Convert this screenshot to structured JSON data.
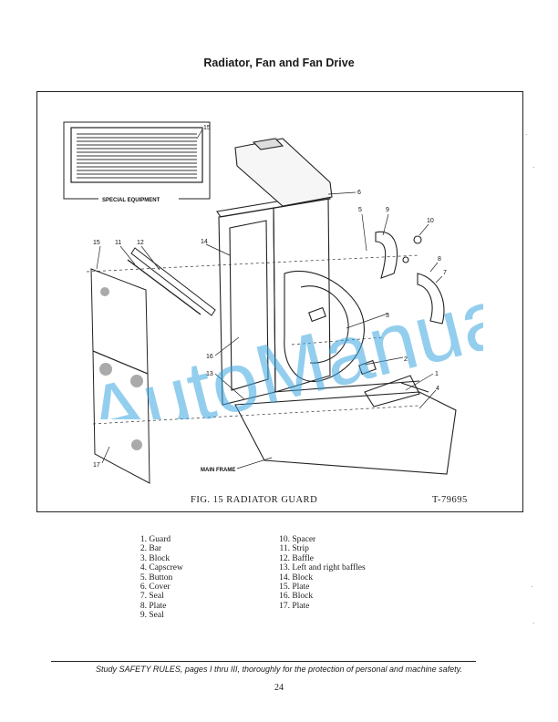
{
  "document": {
    "title": "Radiator, Fan and Fan Drive",
    "figure": {
      "caption": "FIG. 15 RADIATOR GUARD",
      "number": "T-79695",
      "inset_label": "SPECIAL EQUIPMENT",
      "frame_label": "MAIN FRAME",
      "callouts": [
        "1",
        "2",
        "3",
        "4",
        "5",
        "6",
        "7",
        "8",
        "9",
        "10",
        "11",
        "12",
        "13",
        "14",
        "15",
        "16",
        "17"
      ]
    },
    "legend_left": [
      {
        "num": "1.",
        "name": "Guard"
      },
      {
        "num": "2.",
        "name": "Bar"
      },
      {
        "num": "3.",
        "name": "Block"
      },
      {
        "num": "4.",
        "name": "Capscrew"
      },
      {
        "num": "5.",
        "name": "Button"
      },
      {
        "num": "6.",
        "name": "Cover"
      },
      {
        "num": "7.",
        "name": "Seal"
      },
      {
        "num": "8.",
        "name": "Plate"
      },
      {
        "num": "9.",
        "name": "Seal"
      }
    ],
    "legend_right": [
      {
        "num": "10.",
        "name": "Spacer"
      },
      {
        "num": "11.",
        "name": "Strip"
      },
      {
        "num": "12.",
        "name": "Baffle"
      },
      {
        "num": "13.",
        "name": "Left and right baffles"
      },
      {
        "num": "14.",
        "name": "Block"
      },
      {
        "num": "15.",
        "name": "Plate"
      },
      {
        "num": "16.",
        "name": "Block"
      },
      {
        "num": "17.",
        "name": "Plate"
      }
    ],
    "footer_note": "Study SAFETY RULES, pages I thru III, thoroughly for the protection of personal and machine safety.",
    "page_number": "24",
    "watermark": "AutoManual"
  },
  "colors": {
    "watermark": "#3aa6e0",
    "ink": "#1a1a1a"
  }
}
